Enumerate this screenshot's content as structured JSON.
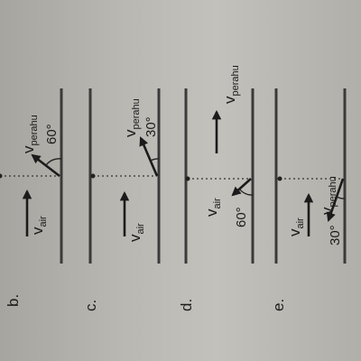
{
  "options": [
    {
      "letter": "b.",
      "boat_label": "perahu",
      "water_label": "air",
      "angle": "60°"
    },
    {
      "letter": "c.",
      "boat_label": "perahu",
      "water_label": "air",
      "angle": "30°"
    },
    {
      "letter": "d.",
      "boat_label": "perahu",
      "water_label": "air",
      "angle": "60°"
    },
    {
      "letter": "e.",
      "boat_label": "perahu",
      "water_label": "air",
      "angle": "30°"
    }
  ],
  "velocity_symbol": "v"
}
